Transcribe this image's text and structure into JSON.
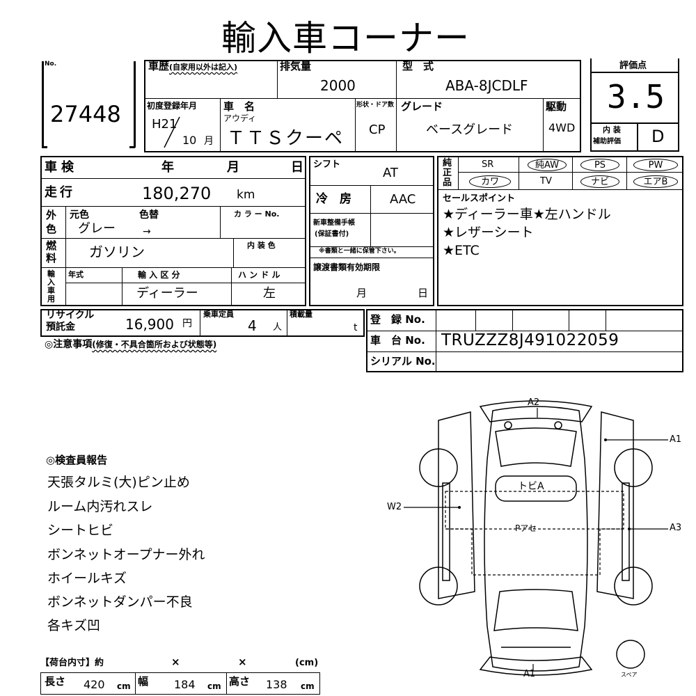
{
  "title": "輸入車コーナー",
  "lot": {
    "label": "No.",
    "number": "27448"
  },
  "history": {
    "label": "車歴",
    "sub": "(自家用以外は記入)"
  },
  "displacement": {
    "label": "排気量",
    "value": "2000"
  },
  "model": {
    "label": "型　式",
    "value": "ABA-8JCDLF"
  },
  "rating": {
    "label": "評価点",
    "value": "3.5",
    "interior_label_1": "内 装",
    "interior_label_2": "補助評価",
    "interior_value": "D"
  },
  "first_reg": {
    "label": "初度登録年月",
    "era": "H21",
    "month": "10",
    "month_unit": "月"
  },
  "car_name": {
    "label": "車　名",
    "maker": "アウディ",
    "value": "ＴＴＳクーペ"
  },
  "body_type": {
    "label": "形状・ドア数",
    "value": "CP"
  },
  "grade": {
    "label": "グレード",
    "value": "ベースグレード"
  },
  "drive": {
    "label": "駆動",
    "value": "4WD"
  },
  "inspection": {
    "label": "車検",
    "year": "年",
    "month": "月",
    "day": "日"
  },
  "shift": {
    "label": "シフト",
    "value": "AT"
  },
  "mileage": {
    "label": "走行",
    "value": "180,270",
    "unit": "km"
  },
  "ac": {
    "label": "冷　房",
    "value": "AAC"
  },
  "color": {
    "label_1": "外",
    "label_2": "色",
    "orig_label": "元色",
    "change_label": "色替",
    "code_label": "カ ラ ー No.",
    "value": "グレー",
    "arrow": "→"
  },
  "maintenance": {
    "label_1": "新車整備手帳",
    "label_2": "(保証書付)",
    "note": "※書類と一緒に保管下さい。"
  },
  "fuel": {
    "label_1": "燃",
    "label_2": "料",
    "value": "ガソリン",
    "interior_color_label": "内 装 色"
  },
  "import": {
    "label": [
      "輸",
      "入",
      "車",
      "用"
    ],
    "year_label": "年式",
    "class_label": "輸 入 区 分",
    "class_value": "ディーラー",
    "handle_label": "ハ ン ド ル",
    "handle_value": "左"
  },
  "transfer_docs": {
    "label": "譲渡書類有効期限",
    "month": "月",
    "day": "日"
  },
  "recycle": {
    "label_1": "リサイクル",
    "label_2": "預託金",
    "value": "16,900",
    "unit": "円"
  },
  "capacity": {
    "label": "乗車定員",
    "value": "4",
    "unit": "人"
  },
  "load": {
    "label": "積載量",
    "unit": "t"
  },
  "caution": {
    "label": "◎注意事項",
    "sub": "(修復・不具合箇所および状態等)"
  },
  "registration": {
    "label": "登　録 No."
  },
  "chassis": {
    "label": "車　台 No.",
    "value": "TRUZZZ8J491022059"
  },
  "serial": {
    "label": "シリアル No."
  },
  "equipment": {
    "label_1": "純正品",
    "row1": [
      "SR",
      "純AW",
      "PS",
      "PW"
    ],
    "row2": [
      "カワ",
      "TV",
      "ナビ",
      "エアB"
    ]
  },
  "sales_points": {
    "label": "セールスポイント",
    "items": [
      "★ディーラー車★左ハンドル",
      "★レザーシート",
      "★ETC"
    ]
  },
  "inspector": {
    "label": "◎検査員報告",
    "items": [
      "天張タルミ(大)ピン止め",
      "ルーム内汚れスレ",
      "シートヒビ",
      "ボンネットオープナー外れ",
      "ホイールキズ",
      "ボンネットダンパー不良",
      "各キズ凹"
    ]
  },
  "cargo": {
    "label": "【荷台内寸】約",
    "x1": "×",
    "x2": "×",
    "unit_label": "(cm)",
    "length_label": "長さ",
    "length": "420",
    "width_label": "幅",
    "width": "184",
    "height_label": "高さ",
    "height": "138",
    "unit": "cm"
  },
  "diagram": {
    "a2": "A2",
    "a1_right": "A1",
    "a3": "A3",
    "w2": "W2",
    "a1_bottom": "A1",
    "roof": "トビA",
    "panel": "Pアセ",
    "spare": "スペア"
  }
}
